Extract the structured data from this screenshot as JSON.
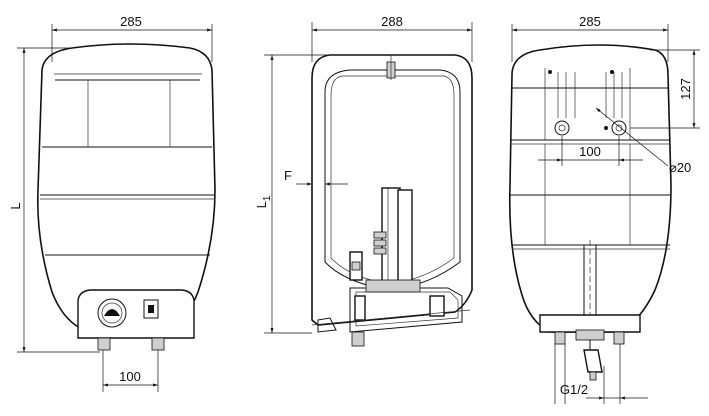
{
  "views": {
    "front": {
      "width_label": "285",
      "height_label": "L",
      "pipe_spacing_label": "100"
    },
    "side": {
      "width_label": "288",
      "height_label": "L",
      "height_subscript": "1",
      "depth_label": "F"
    },
    "rear": {
      "width_label": "285",
      "top_offset_label": "127",
      "hole_spacing_label": "100",
      "hole_diameter_label": "⌀20",
      "thread_label": "G1/2"
    }
  }
}
